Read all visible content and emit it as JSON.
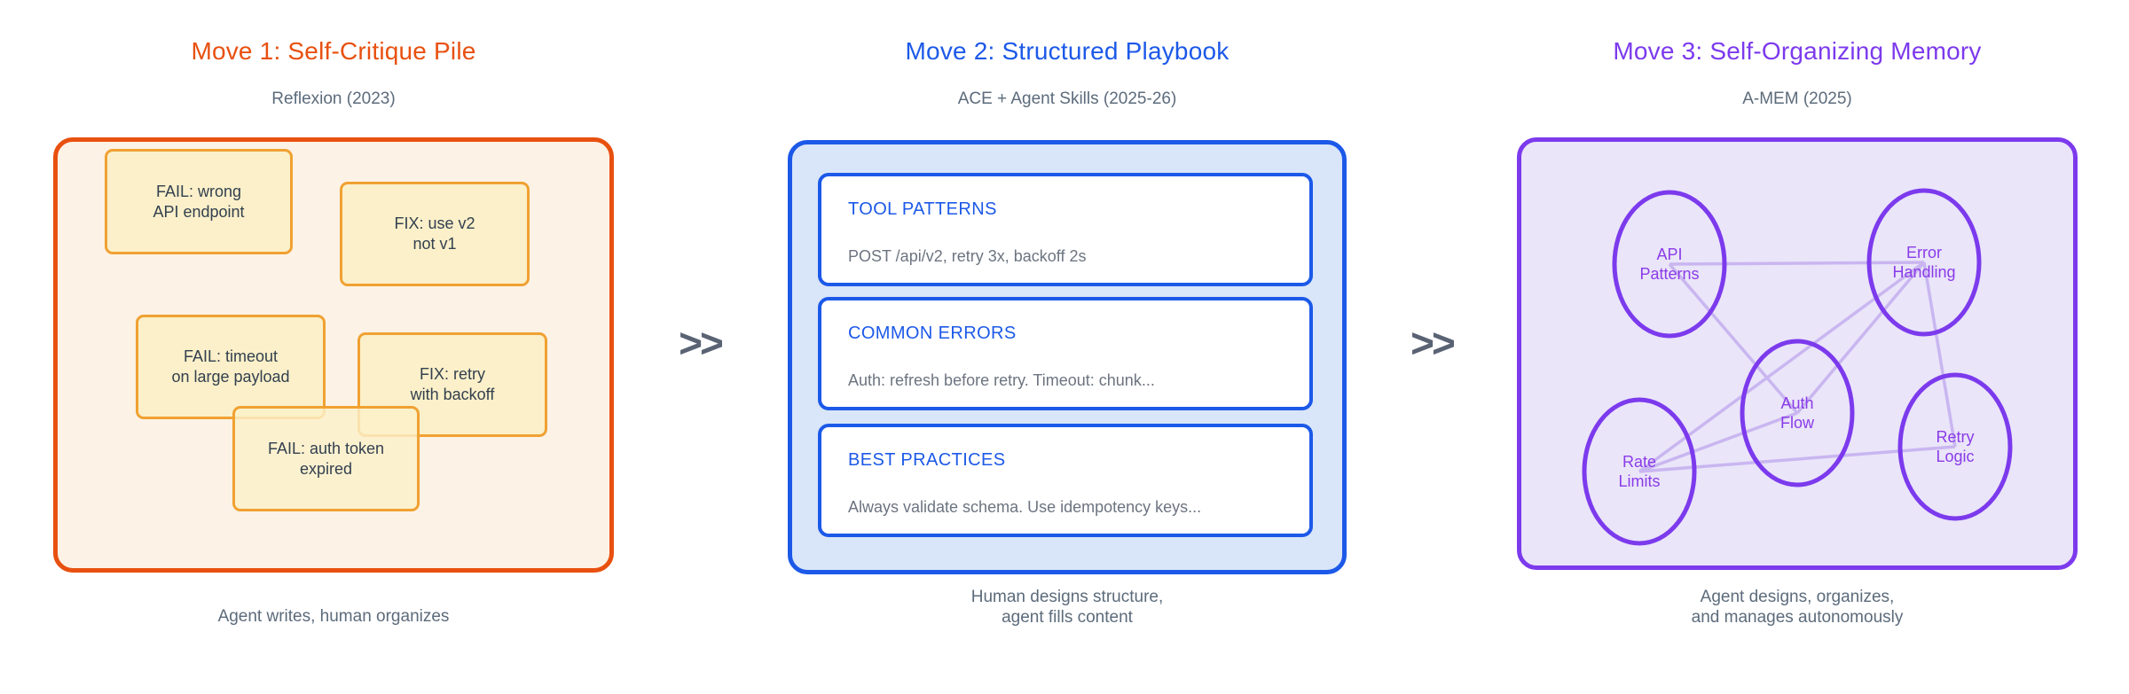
{
  "panels": [
    {
      "title": "Move 1: Self-Critique Pile",
      "subtitle": "Reflexion (2023)",
      "caption": "Agent writes, human organizes",
      "accent_color": "#e8500f",
      "notes": [
        {
          "label": "FAIL: wrong\nAPI endpoint"
        },
        {
          "label": "FIX: use v2\nnot v1"
        },
        {
          "label": "FAIL: timeout\non large payload"
        },
        {
          "label": "FIX: retry\nwith backoff"
        },
        {
          "label": "FAIL: auth token\nexpired"
        }
      ]
    },
    {
      "title": "Move 2: Structured Playbook",
      "subtitle": "ACE + Agent Skills (2025-26)",
      "caption": "Human designs structure,\nagent fills content",
      "accent_color": "#1c59e8",
      "sections": [
        {
          "heading": "TOOL PATTERNS",
          "body": "POST /api/v2, retry 3x, backoff 2s"
        },
        {
          "heading": "COMMON ERRORS",
          "body": "Auth: refresh before retry. Timeout: chunk..."
        },
        {
          "heading": "BEST PRACTICES",
          "body": "Always validate schema. Use idempotency keys..."
        }
      ]
    },
    {
      "title": "Move 3: Self-Organizing Memory",
      "subtitle": "A-MEM (2025)",
      "caption": "Agent designs, organizes,\nand manages autonomously",
      "accent_color": "#7c3aed",
      "memory_graph": {
        "node_stroke_color": "#7c3aed",
        "node_label_color": "#8a3be8",
        "edge_color": "#c9b6f0",
        "nodes": [
          {
            "id": "api_patterns",
            "label": "API\nPatterns"
          },
          {
            "id": "error_handling",
            "label": "Error\nHandling"
          },
          {
            "id": "auth_flow",
            "label": "Auth\nFlow"
          },
          {
            "id": "rate_limits",
            "label": "Rate\nLimits"
          },
          {
            "id": "retry_logic",
            "label": "Retry\nLogic"
          }
        ],
        "edges": [
          [
            "api_patterns",
            "error_handling"
          ],
          [
            "api_patterns",
            "auth_flow"
          ],
          [
            "error_handling",
            "auth_flow"
          ],
          [
            "error_handling",
            "retry_logic"
          ],
          [
            "rate_limits",
            "auth_flow"
          ],
          [
            "rate_limits",
            "error_handling"
          ],
          [
            "rate_limits",
            "retry_logic"
          ]
        ]
      }
    }
  ],
  "arrows": [
    ">>",
    ">>"
  ]
}
